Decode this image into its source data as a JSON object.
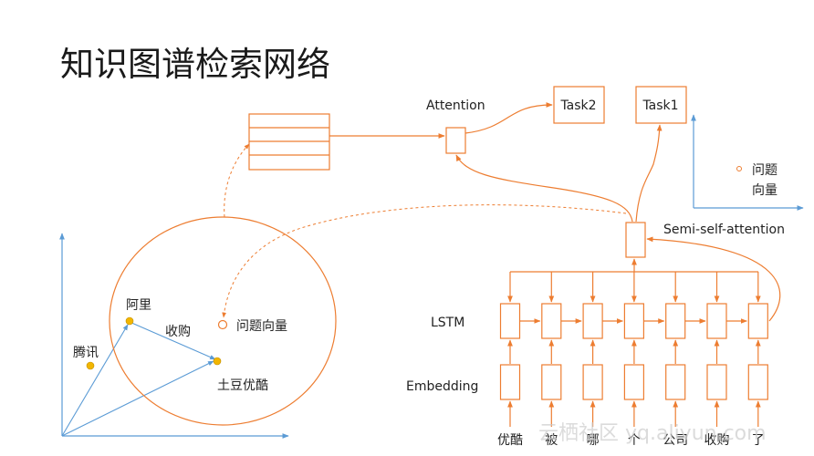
{
  "title": "知识图谱检索网络",
  "colors": {
    "orange": "#ED7D31",
    "blue": "#5B9BD5",
    "node": "#F2B600"
  },
  "nodes": {
    "attention": "Attention",
    "task2": "Task2",
    "task1": "Task1",
    "semi_self_attention": "Semi-self-attention",
    "lstm": "LSTM",
    "embedding": "Embedding"
  },
  "graph": {
    "tencent": "腾讯",
    "alibaba": "阿里",
    "acquire": "收购",
    "tudou_youku": "土豆优酷",
    "question_vector": "问题向量"
  },
  "legend": {
    "line1": "问题",
    "line2": "向量"
  },
  "tokens": [
    "优酷",
    "被",
    "哪",
    "个",
    "公司",
    "收购",
    "了"
  ],
  "watermark": "云栖社区 yq.aliyun.com"
}
